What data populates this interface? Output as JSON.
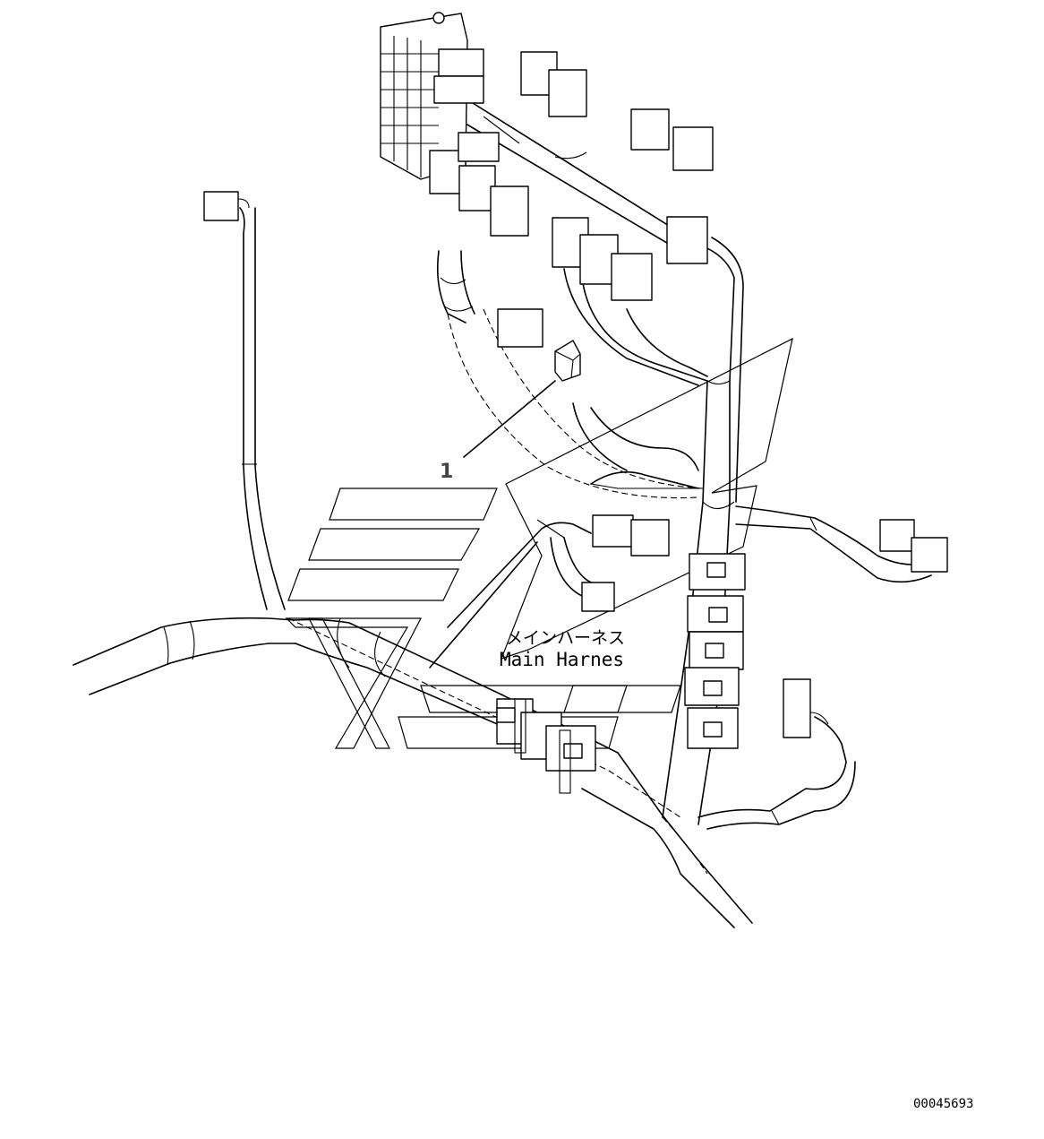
{
  "diagram": {
    "callouts": [
      {
        "number": "1"
      }
    ],
    "harness_label": {
      "japanese": "メインハーネス",
      "english": "Main Harnes"
    },
    "drawing_number": "00045693"
  }
}
